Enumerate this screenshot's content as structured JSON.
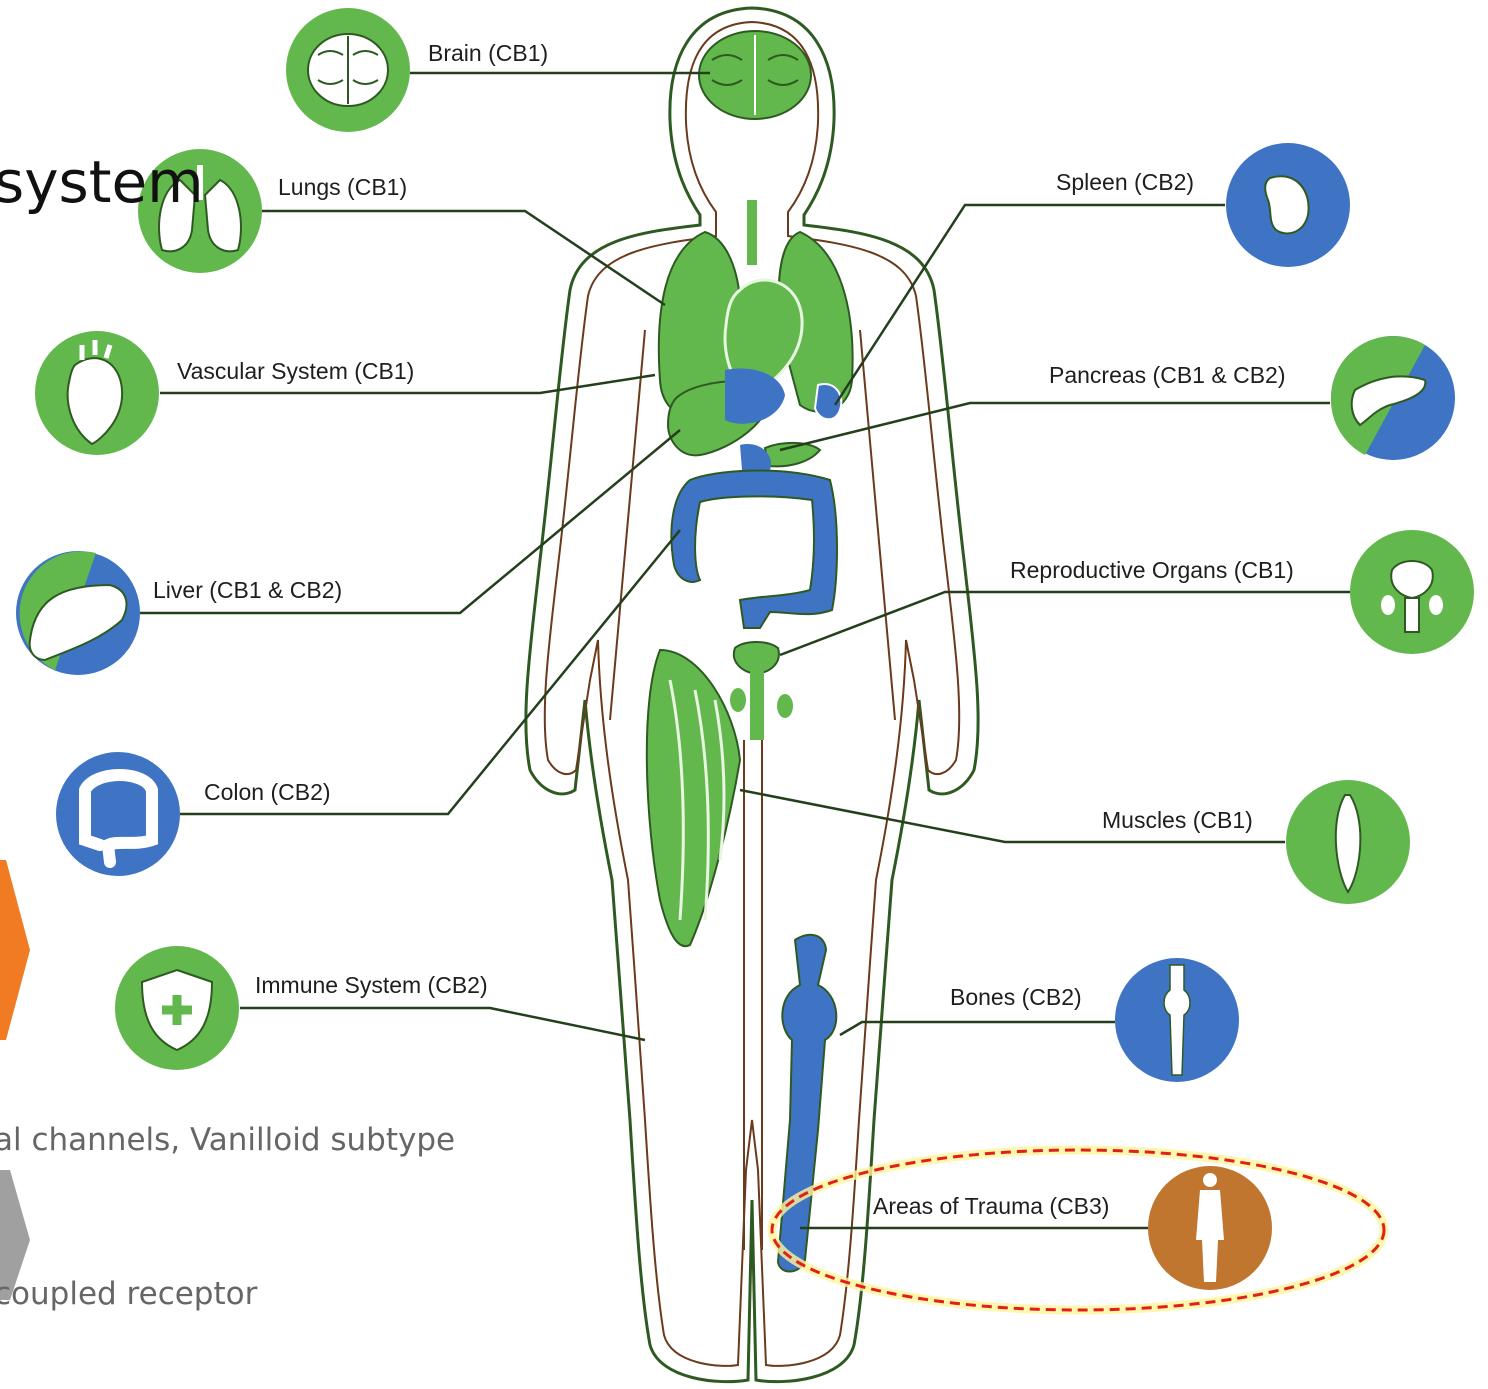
{
  "slide": {
    "title_fragment": "system",
    "bullet1_fragment": "al channels, Vanilloid subtype",
    "bullet2_fragment": "coupled receptor"
  },
  "labels": {
    "brain": "Brain (CB1)",
    "lungs": "Lungs (CB1)",
    "vascular": "Vascular System (CB1)",
    "liver": "Liver (CB1 & CB2)",
    "colon": "Colon (CB2)",
    "immune": "Immune System (CB2)",
    "spleen": "Spleen (CB2)",
    "pancreas": "Pancreas (CB1 & CB2)",
    "reproductive": "Reproductive Organs (CB1)",
    "muscles": "Muscles (CB1)",
    "bones": "Bones (CB2)",
    "trauma": "Areas of Trauma (CB3)"
  },
  "colors": {
    "cb1_green": "#62b84d",
    "cb2_blue": "#3f74c4",
    "cb3_brown": "#c0762e",
    "outline": "#2e5a22",
    "connector": "#243f1c",
    "highlight": "#e02020",
    "arrow_orange": "#f07b22",
    "arrow_gray": "#9a9a9a"
  }
}
